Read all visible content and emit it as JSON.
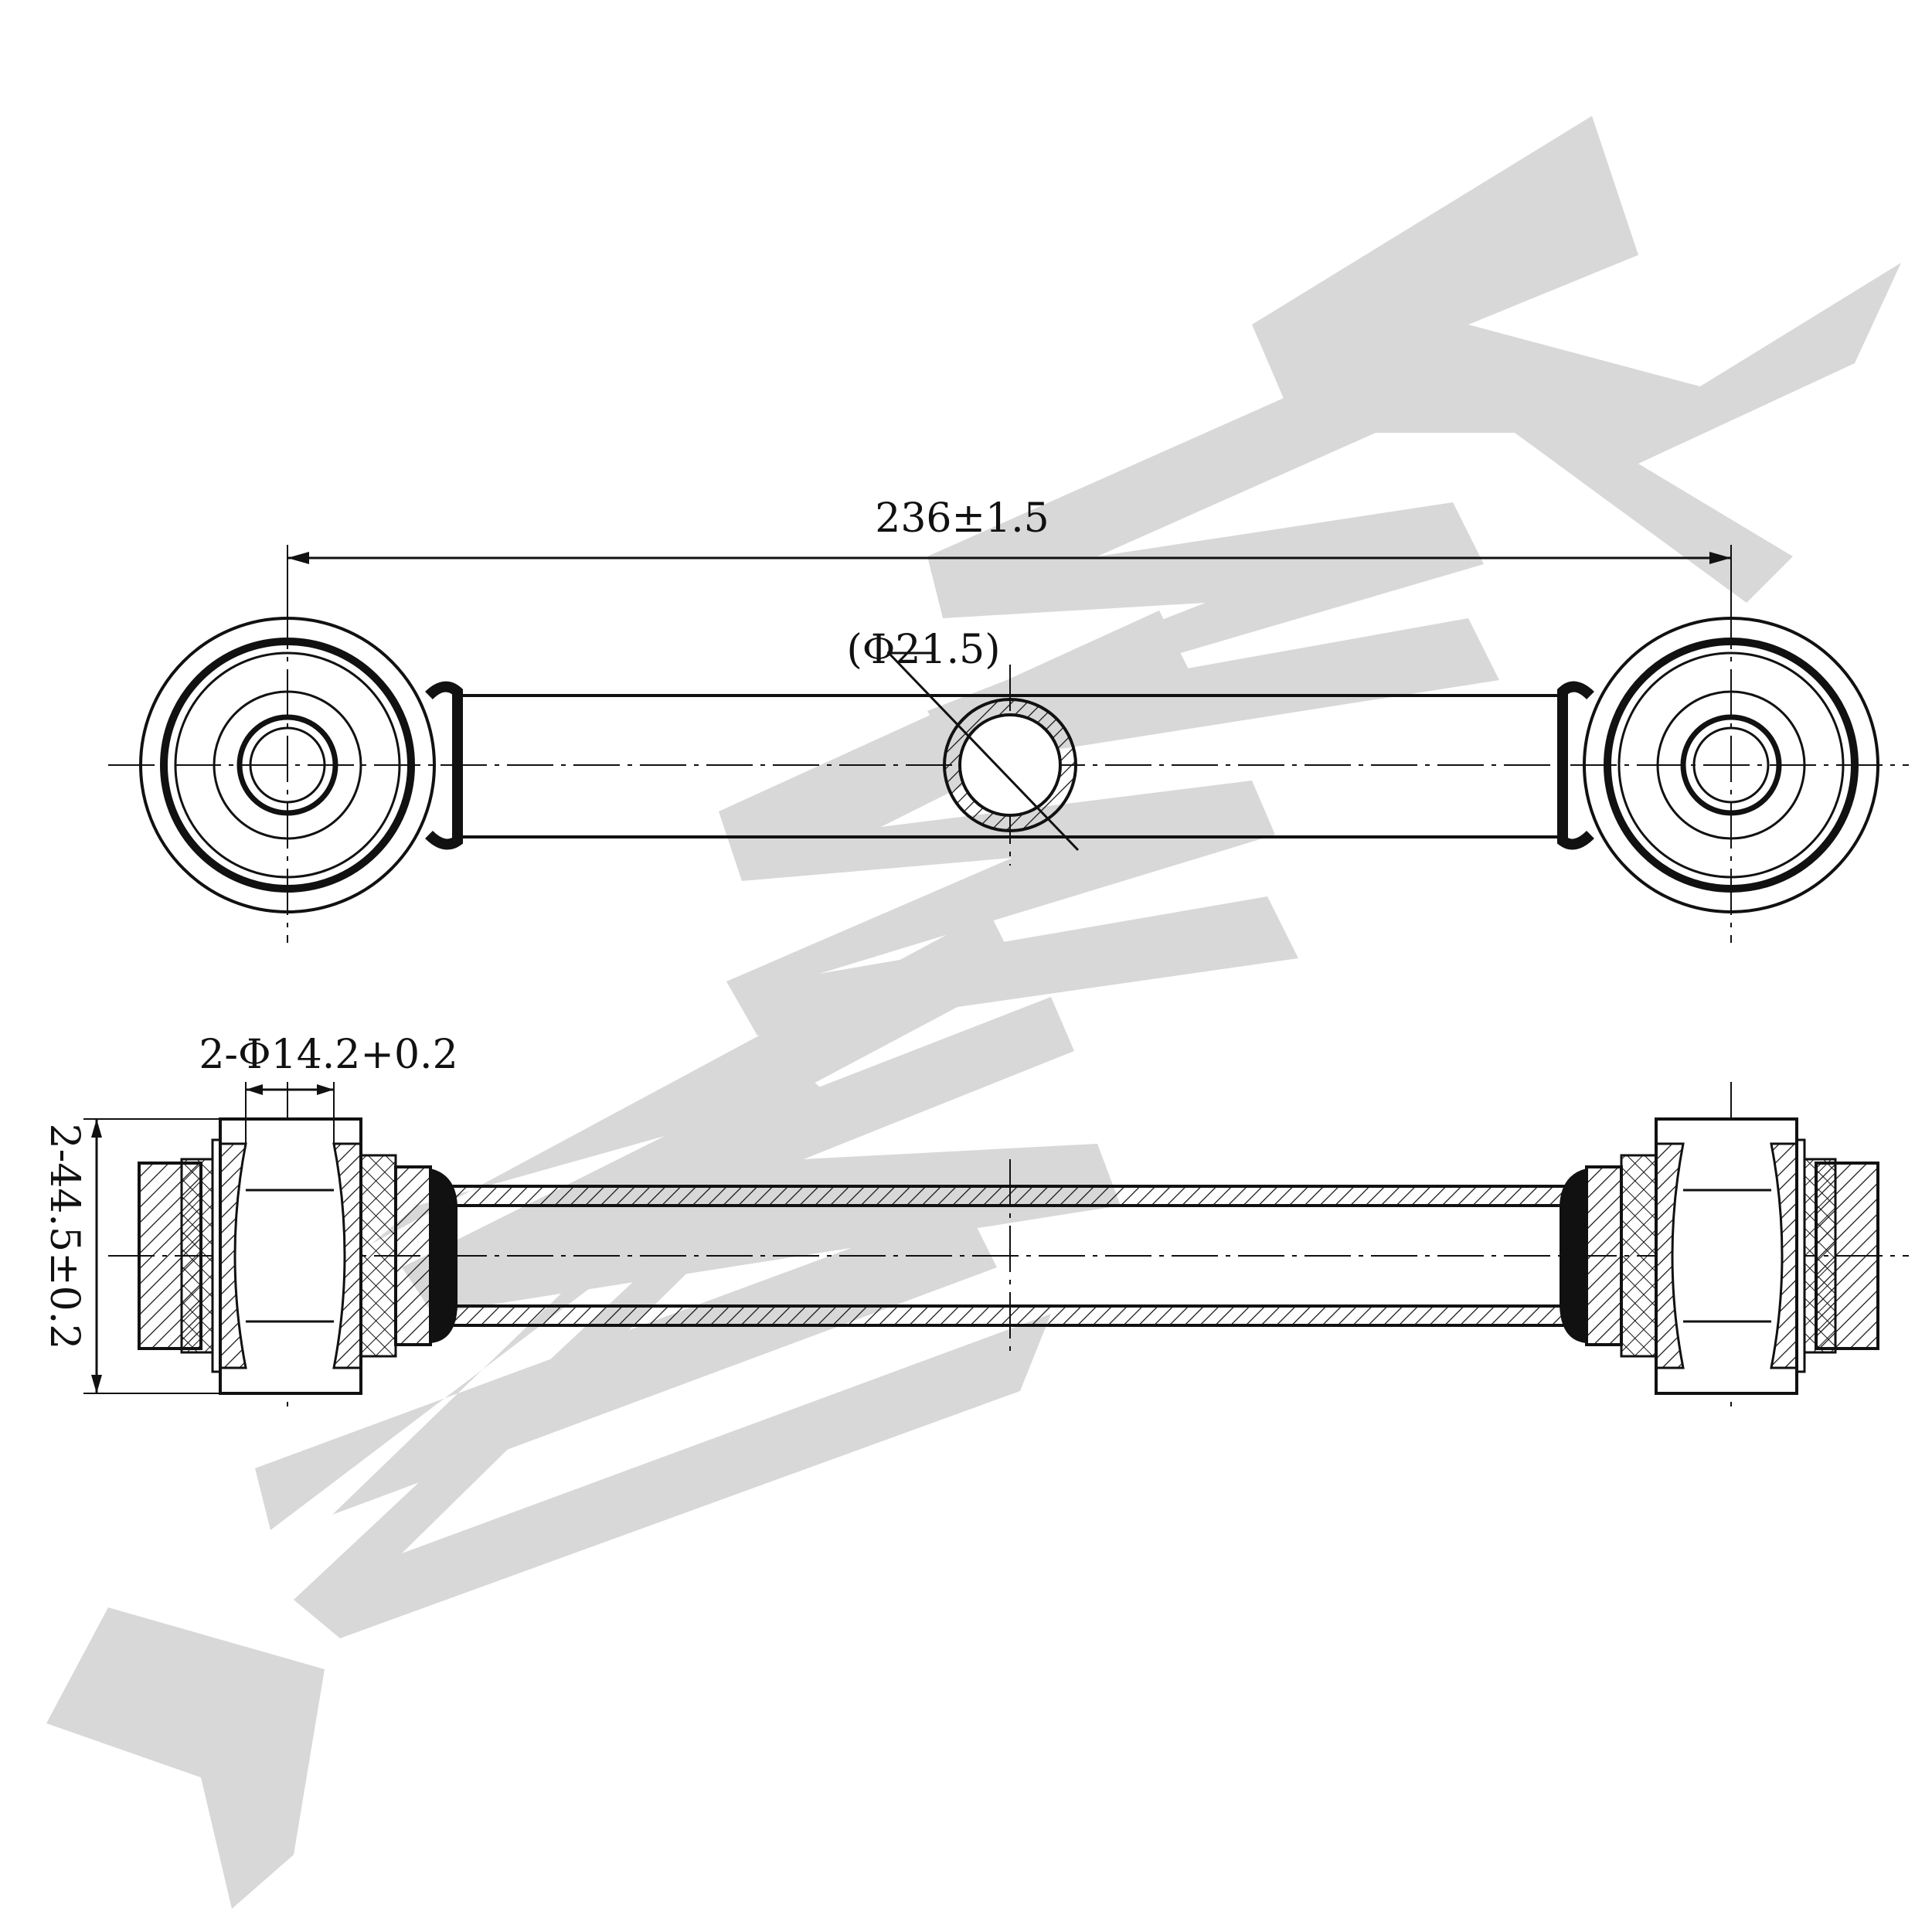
{
  "watermark": {
    "text": "ZENNEK",
    "color": "#d6d6d6"
  },
  "top_view": {
    "length_dimension": "236±1.5",
    "tube_diameter": "(Φ21.5)"
  },
  "side_view": {
    "bore_dimension": "2-Φ14.2+0.2",
    "width_dimension": "2-44.5±0.2"
  },
  "colors": {
    "line": "#111111",
    "background": "#ffffff"
  }
}
